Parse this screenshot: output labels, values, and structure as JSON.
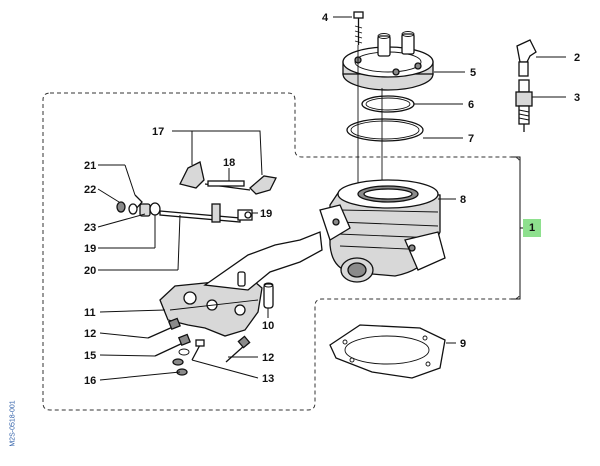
{
  "diagram": {
    "callout": "1",
    "code": "M2S-0518-001",
    "labels": [
      "1",
      "2",
      "3",
      "4",
      "5",
      "6",
      "7",
      "8",
      "9",
      "10",
      "11",
      "12",
      "12",
      "13",
      "15",
      "16",
      "17",
      "18",
      "19",
      "19",
      "20",
      "21",
      "22",
      "23"
    ]
  },
  "colors": {
    "callout_bg": "#8ee08e",
    "code_text": "#2f5fa8"
  }
}
